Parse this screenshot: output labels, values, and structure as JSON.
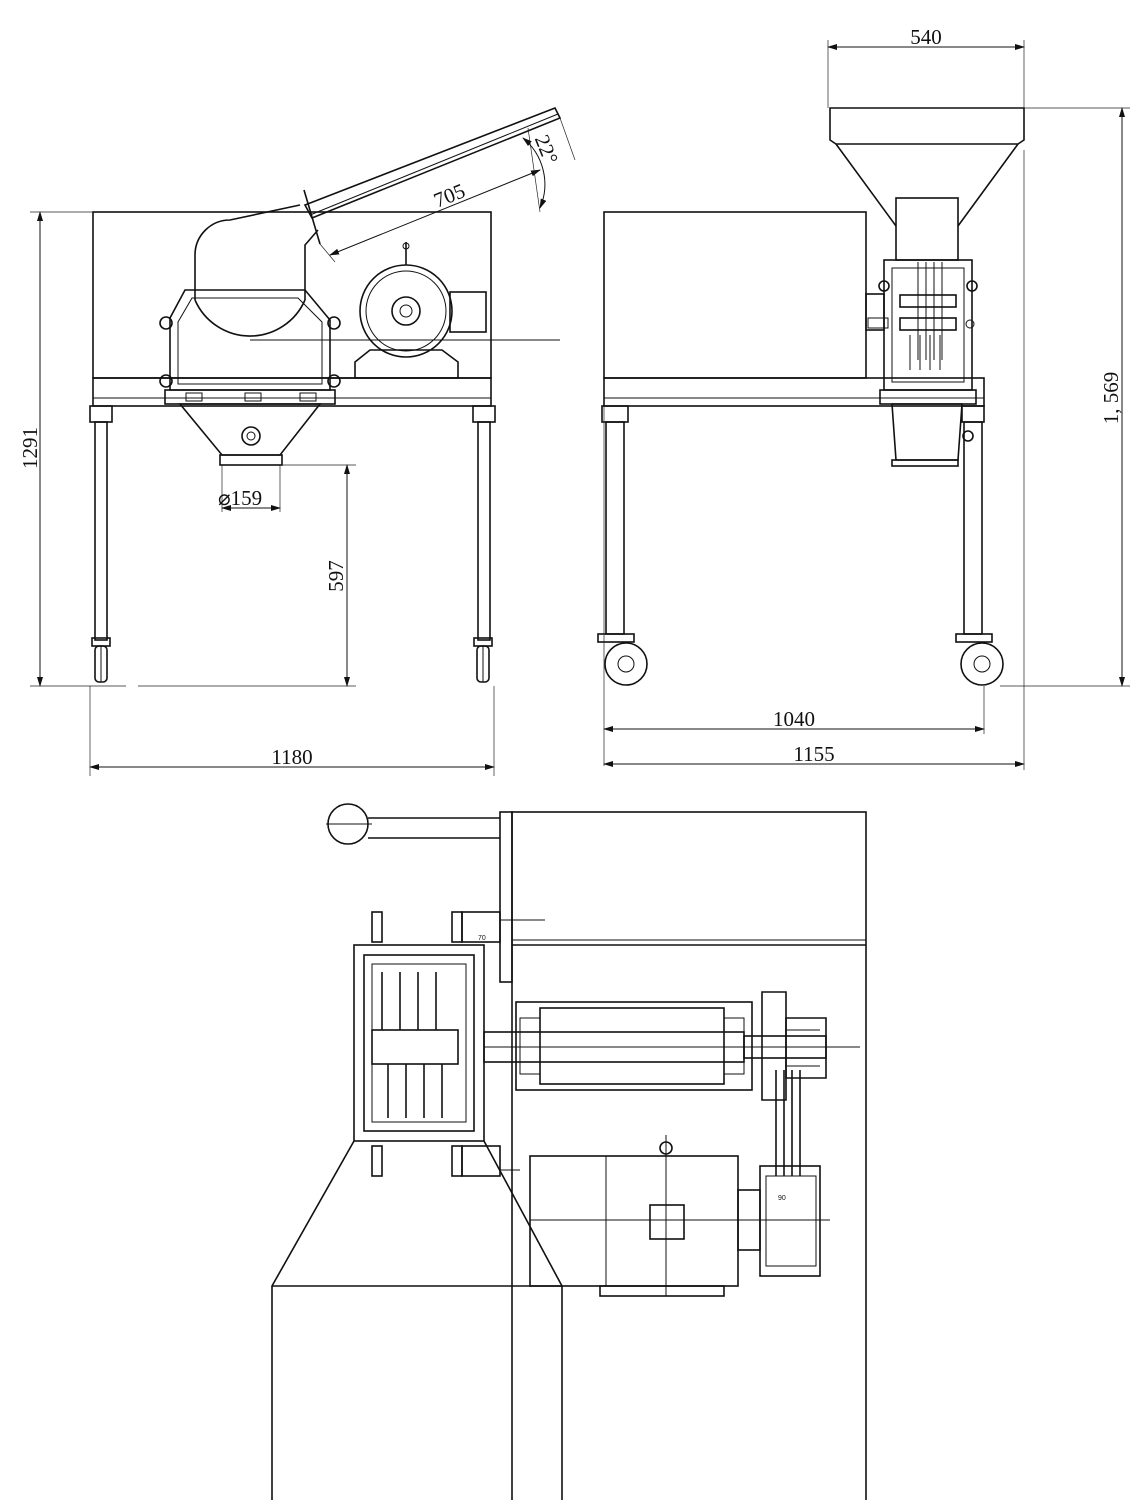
{
  "front_view": {
    "height_label": "1291",
    "width_label": "1180",
    "outlet_height_label": "597",
    "outlet_diameter_label": "⌀159",
    "chute_length_label": "705",
    "chute_angle_label": "22°"
  },
  "side_view": {
    "hopper_width_label": "540",
    "total_height_label": "1, 569",
    "frame_depth_label": "1040",
    "overall_depth_label": "1155"
  },
  "top_view": {
    "pulley_large_label": "70",
    "pulley_small_label": "90"
  }
}
